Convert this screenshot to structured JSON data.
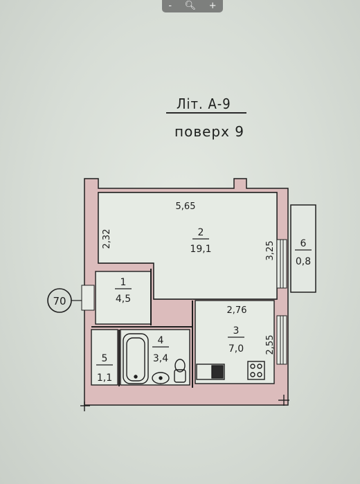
{
  "viewer": {
    "zoom_out": "-",
    "zoom_in": "+",
    "search_icon": "magnifier-icon"
  },
  "plan": {
    "lit": "Літ. А-9",
    "floor": "поверх 9",
    "apartment_no": "70",
    "rooms": [
      {
        "no": "1",
        "area": "4,5"
      },
      {
        "no": "2",
        "area": "19,1"
      },
      {
        "no": "3",
        "area": "7,0"
      },
      {
        "no": "4",
        "area": "3,4"
      },
      {
        "no": "5",
        "area": "1,1"
      },
      {
        "no": "6",
        "area": "0,8"
      }
    ],
    "dimensions": {
      "room2_width": "5,65",
      "room2_height": "2,32",
      "room2_right": "3,25",
      "room3_width": "2,76",
      "room3_height": "2,55"
    }
  },
  "colors": {
    "wall_fill": "#d9b9b9",
    "line": "#1e1e1e",
    "window": "#4a7a6a"
  }
}
